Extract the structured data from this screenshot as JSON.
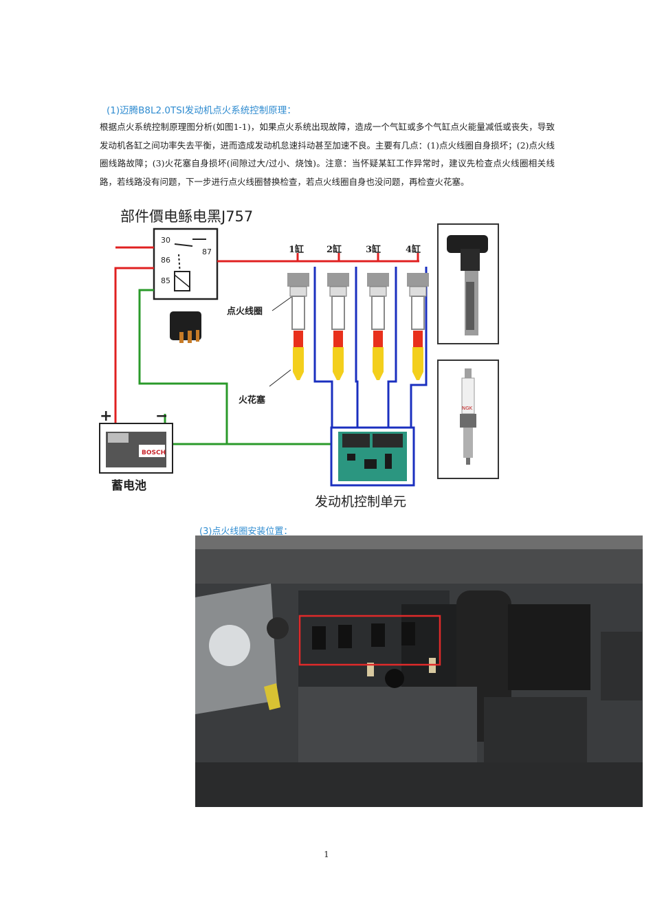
{
  "heading1": "(1)迈腾B8L2.0TSI发动机点火系统控制原理：",
  "paragraph": "根据点火系统控制原理图分析(如图1-1)，如果点火系统出现故障，造成一个气缸或多个气缸点火能量减低或丧失，导致发动机各缸之间功率失去平衡，进而造成发动机怠速抖动甚至加速不良。主要有几点：(1)点火线圈自身损坏；(2)点火线圈线路故障；(3)火花塞自身损坏(间隙过大/过小、烧蚀)。注意：当怀疑某缸工作异常时，建议先检查点火线圈相关线路，若线路没有问题，下一步进行点火线圈替换检查，若点火线圈自身也没问题，再检查火花塞。",
  "diagram": {
    "relay_title": "部件價电鲧电黑J757",
    "relay_pins": [
      "30",
      "86",
      "87",
      "85"
    ],
    "cylinders": [
      "1缸",
      "2缸",
      "3缸",
      "4缸"
    ],
    "coil_label": "点火线圈",
    "plug_label": "火花塞",
    "battery_label": "蓄电池",
    "battery_brand": "BOSCH",
    "plus_sign": "+",
    "minus_sign": "−",
    "ecu_label": "发动机控制单元",
    "plug_brand": "NGK"
  },
  "heading3": "(3)点火线圈安装位置：",
  "page_number": "1",
  "colors": {
    "heading": "#2e8bd0",
    "wire_power": "#e02020",
    "wire_signal": "#1a2fbf",
    "wire_ground": "#2a9a2a",
    "highlight_box": "#e02a2a"
  }
}
